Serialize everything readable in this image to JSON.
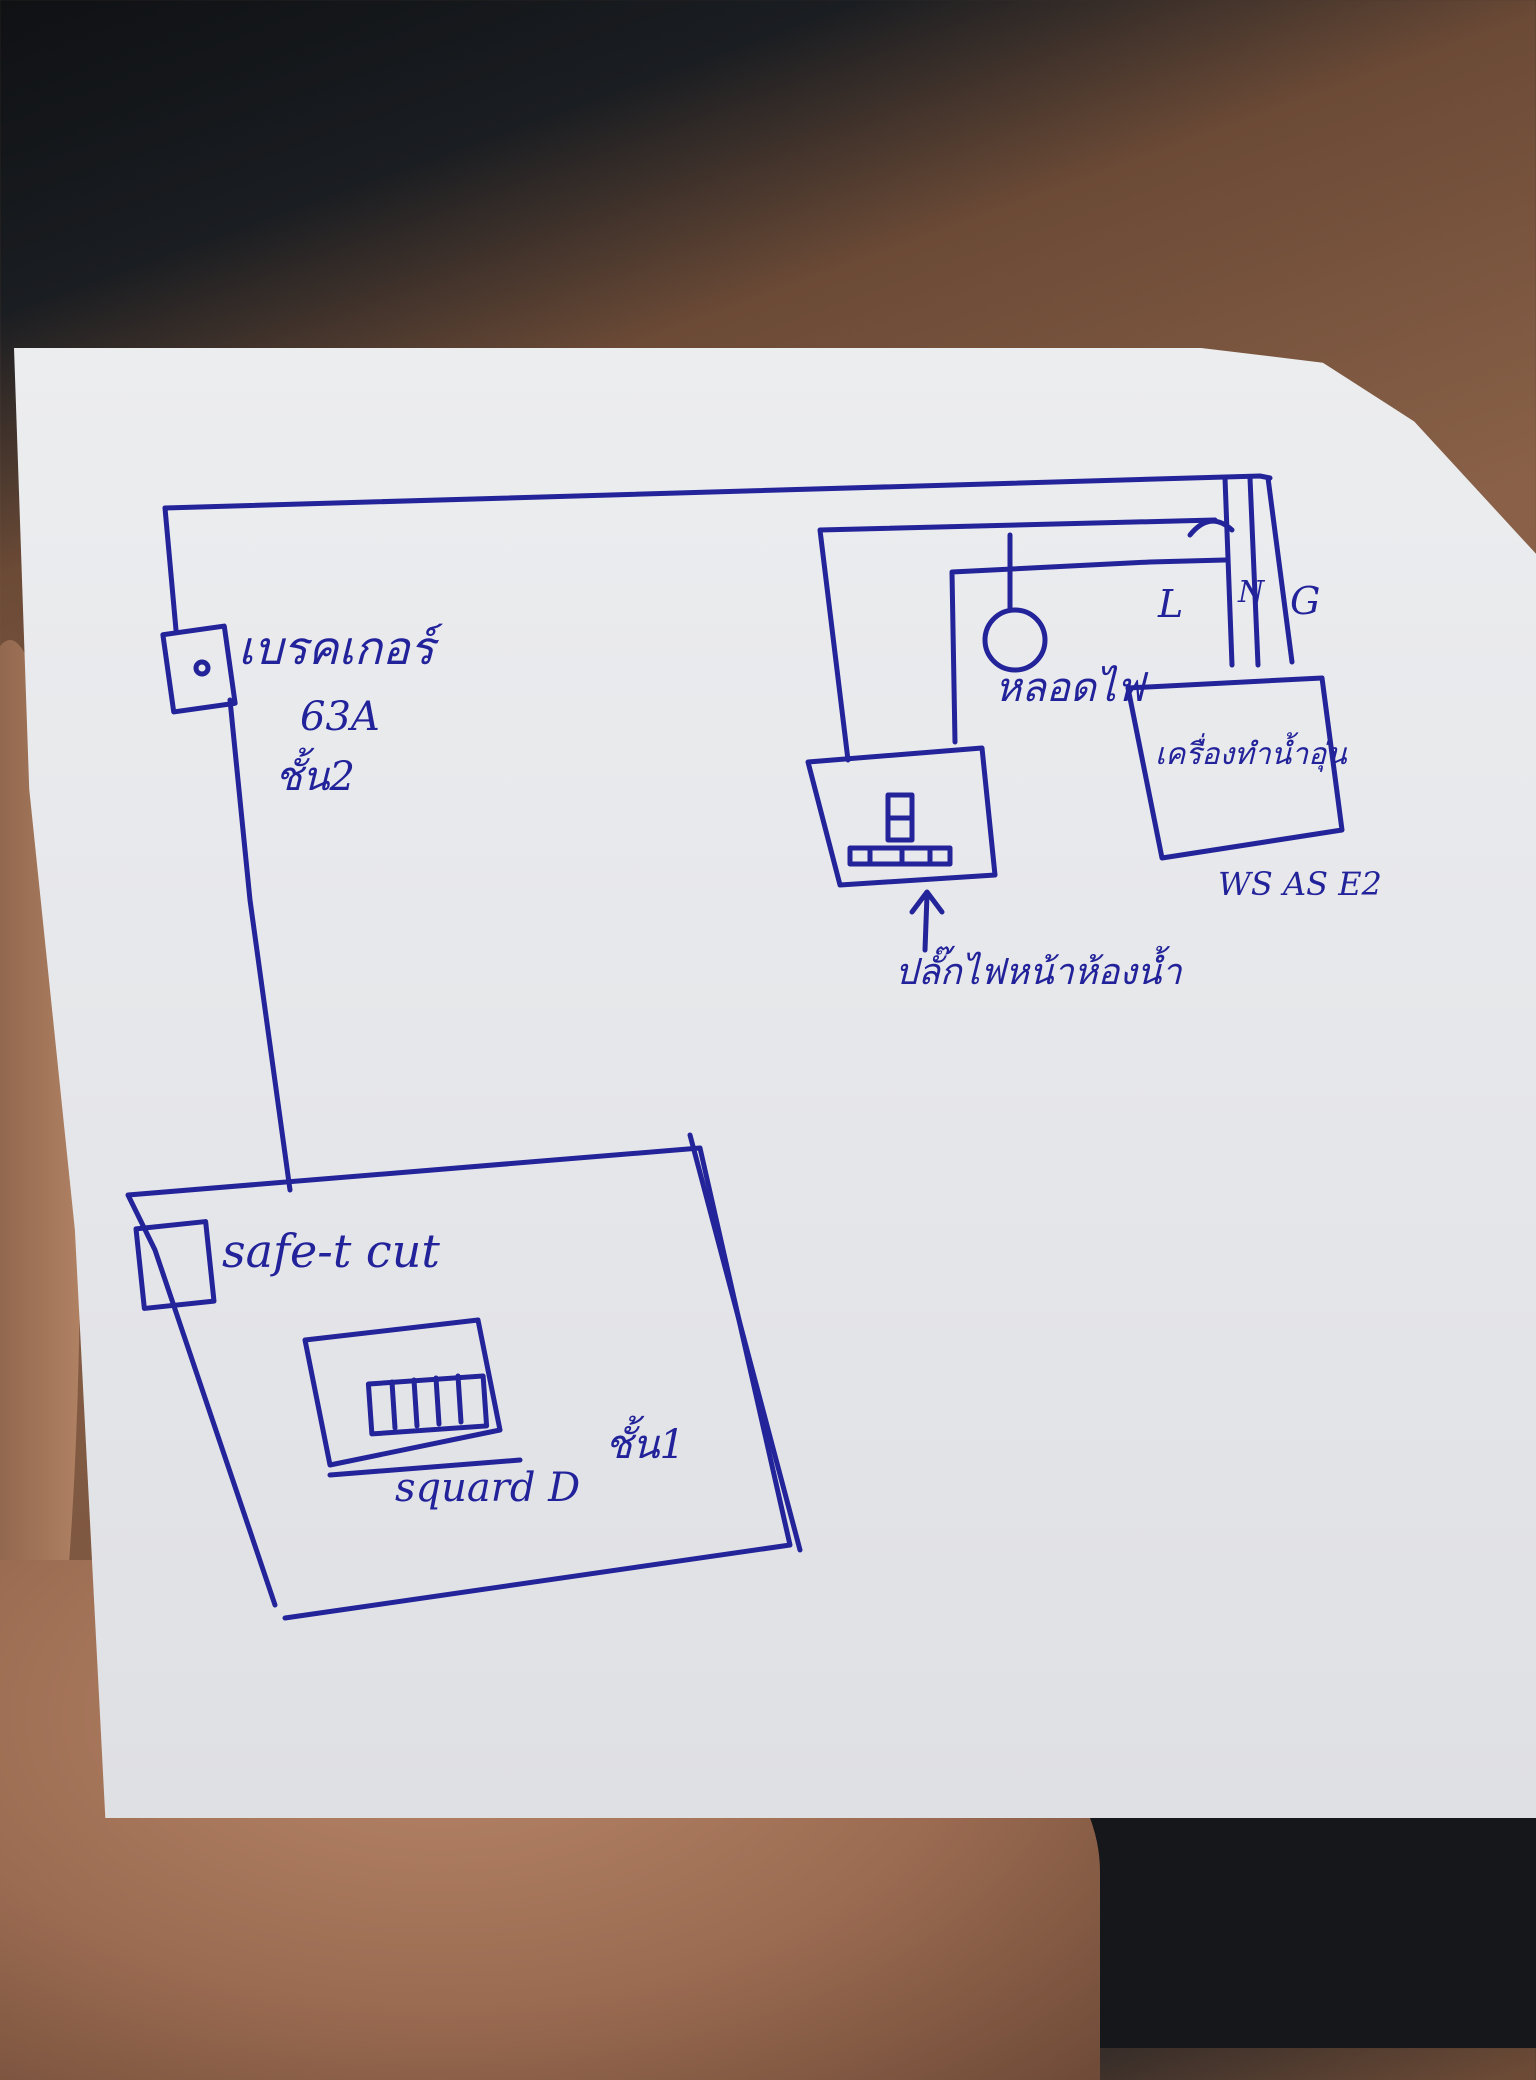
{
  "labels": {
    "breaker": "เบรคเกอร์",
    "breaker_rating": "63A",
    "floor2": "ชั้น2",
    "lamp": "หลอดไฟ",
    "wire_L": "L",
    "wire_N": "N",
    "wire_G": "G",
    "water_heater": "เครื่องทำน้ำอุ่น",
    "heater_model": "WS AS E2",
    "outlet": "ปลั๊กไฟหน้าห้องน้ำ",
    "safe_t_cut": "safe-t cut",
    "squared": "squard D",
    "floor1": "ชั้น1"
  },
  "colors": {
    "ink": "#23239a",
    "paper": "#e8e9ec"
  }
}
